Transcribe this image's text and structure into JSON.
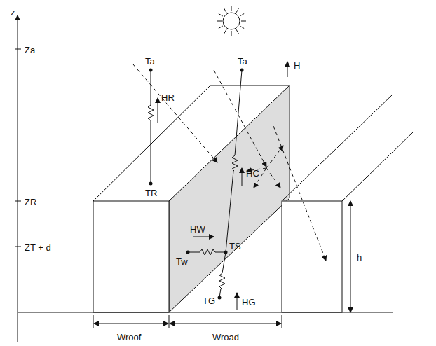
{
  "diagram": {
    "labels": [
      "z",
      "Za",
      "ZR",
      "ZT + d",
      "Ta",
      "Ta",
      "HR",
      "TR",
      "H",
      "HC",
      "HW",
      "Tw",
      "TS",
      "TG",
      "HG",
      "h",
      "Wroof",
      "Wroad"
    ]
  }
}
